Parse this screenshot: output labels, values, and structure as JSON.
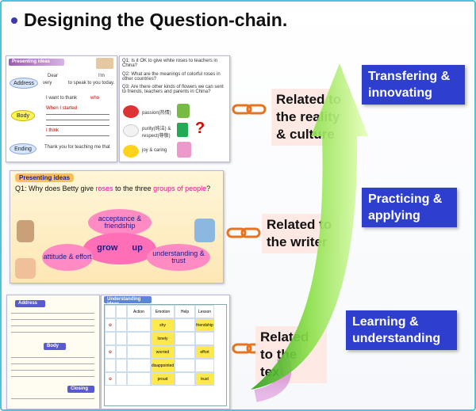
{
  "title": "Designing the Question-chain.",
  "thumb1": {
    "header": "Presenting ideas",
    "address": "Address",
    "body": "Body",
    "ending": "Ending",
    "dear": "Dear",
    "im": "I'm",
    "very": "very",
    "to_speak": "to speak to you today.",
    "i_want": "I want to thank",
    "who": "who",
    "when_i_started": "When I started",
    "i_think": "I think",
    "thank_you": "Thank you for teaching me that"
  },
  "thumb2": {
    "q1": "Q1: Is it OK to give white roses to teachers in China?",
    "q2": "Q2: What are the meanings of colorful roses in other countries?",
    "q3": "Q3: Are there other kinds of flowers we can sent to friends, teachers and parents in China?",
    "passion": "passion(热情)",
    "purity": "purity(纯洁) & respect(尊敬)",
    "joy": "joy & caring"
  },
  "thumb3": {
    "header": "Presenting ideas",
    "q1_prefix": "Q1:  Why does Betty give ",
    "q1_roses": "roses",
    "q1_mid": " to the three ",
    "q1_groups": "groups of people",
    "q1_end": "?",
    "acceptance": "acceptance & friendship",
    "grow": "grow",
    "up": "up",
    "attitude": "attitude & effort",
    "understanding": "understanding & trust"
  },
  "thumb4": {
    "address": "Address",
    "body": "Body",
    "closing": "Closing"
  },
  "thumb5": {
    "header": "Understanding ideas",
    "cols": [
      "Action",
      "Emotion",
      "Help",
      "Lesson"
    ],
    "cells": [
      "shy",
      "lonely",
      "worried",
      "disappointed",
      "proud",
      "friendship",
      "effort",
      "trust"
    ]
  },
  "labels": {
    "reality": "Related to the reality & culture",
    "writer": "Related to the writer",
    "text": "Related to the text"
  },
  "stages": {
    "transfer": "Transfering & innovating",
    "practice": "Practicing & applying",
    "learn": "Learning & understanding"
  },
  "colors": {
    "stage_blue": "#2e3fcf",
    "arrow_green": "#5cc42e",
    "label_pink": "#ffe9e5",
    "chain_orange": "#e8731f"
  }
}
